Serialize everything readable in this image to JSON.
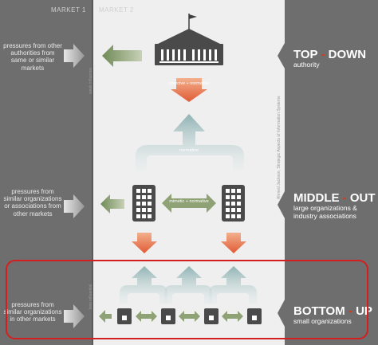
{
  "markets": {
    "market1": "MARKET 1",
    "market2": "MARKET 2"
  },
  "left_panel": {
    "top": "pressures from other authorities from same or similar markets",
    "middle": "pressures from similar organizations or associations from other markets",
    "bottom": "pressures from similar organizations in other markets"
  },
  "levels": {
    "top": {
      "word1": "TOP",
      "dash": " - ",
      "word2": "DOWN",
      "sub": "authority"
    },
    "middle": {
      "word1": "MIDDLE",
      "dash": " - ",
      "word2": "OUT",
      "sub": "large organizations & industry associations"
    },
    "bottom": {
      "word1": "BOTTOM",
      "dash": " - ",
      "word2": "UP",
      "sub": "small organizations"
    }
  },
  "arrow_labels": {
    "coercive": "coercive + normative",
    "normative": "normative",
    "mimetic": "mimetic + normative"
  },
  "side_text": {
    "top": "weak influence",
    "bottom": "less influential",
    "right": "Ahmed Jackson, Strategic Aspects of Information Systems"
  },
  "colors": {
    "background_gray": "#6e6e6e",
    "center_light": "#efefef",
    "accent_red": "#d9381e",
    "highlight_box": "#d41f1f",
    "green_arrow": "#8fa276",
    "orange_arrow": "#e8764f",
    "teal_arrow": "#a9c1c2",
    "building_dark": "#4a4a4a"
  },
  "icons": {
    "authority": "government-building-icon",
    "large_org": "office-building-icon",
    "small_org": "small-office-icon"
  }
}
